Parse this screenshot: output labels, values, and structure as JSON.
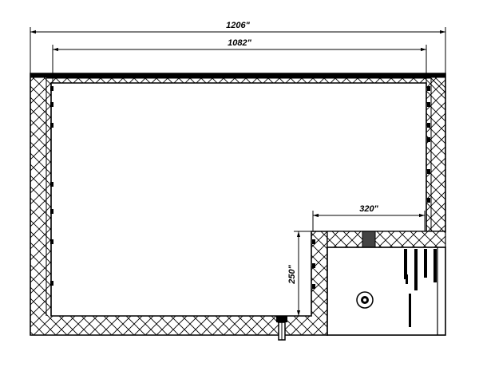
{
  "dimensions": {
    "overall_width": "1206\"",
    "inner_width": "1082\"",
    "step_width": "320\"",
    "step_height": "250\""
  }
}
